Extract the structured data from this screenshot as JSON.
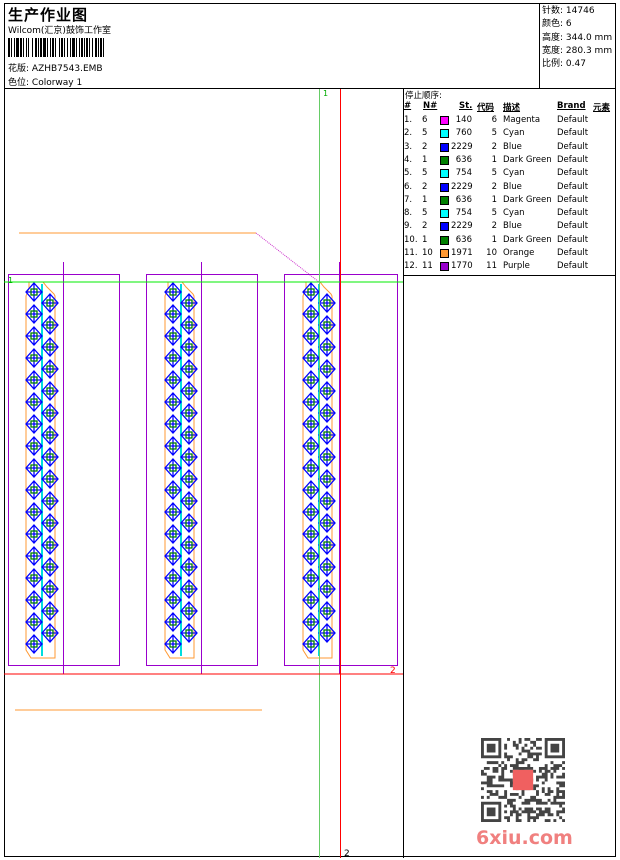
{
  "header": {
    "title": "生产作业图",
    "company": "Wilcom(汇京)鼓饰工作室",
    "design_label": "花版:",
    "design_value": "AZHB7543.EMB",
    "colorway_label": "色位:",
    "colorway_value": "Colorway 1"
  },
  "stats": {
    "stitches": {
      "label": "针数:",
      "value": "14746"
    },
    "colors": {
      "label": "颜色:",
      "value": "6"
    },
    "height": {
      "label": "高度:",
      "value": "344.0 mm"
    },
    "width": {
      "label": "宽度:",
      "value": "280.3 mm"
    },
    "scale": {
      "label": "比例:",
      "value": "0.47"
    }
  },
  "stop_sequence": {
    "caption": "停止顺序:",
    "headers": [
      "#",
      "N#",
      "St.",
      "代码",
      "描述",
      "Brand",
      "元素"
    ],
    "rows": [
      {
        "idx": "1.",
        "n": "6",
        "color": "#ff00ff",
        "st": "140",
        "code": "6",
        "desc": "Magenta",
        "brand": "Default"
      },
      {
        "idx": "2.",
        "n": "5",
        "color": "#00ffff",
        "st": "760",
        "code": "5",
        "desc": "Cyan",
        "brand": "Default"
      },
      {
        "idx": "3.",
        "n": "2",
        "color": "#0000ff",
        "st": "2229",
        "code": "2",
        "desc": "Blue",
        "brand": "Default"
      },
      {
        "idx": "4.",
        "n": "1",
        "color": "#008000",
        "st": "636",
        "code": "1",
        "desc": "Dark Green",
        "brand": "Default"
      },
      {
        "idx": "5.",
        "n": "5",
        "color": "#00ffff",
        "st": "754",
        "code": "5",
        "desc": "Cyan",
        "brand": "Default"
      },
      {
        "idx": "6.",
        "n": "2",
        "color": "#0000ff",
        "st": "2229",
        "code": "2",
        "desc": "Blue",
        "brand": "Default"
      },
      {
        "idx": "7.",
        "n": "1",
        "color": "#008000",
        "st": "636",
        "code": "1",
        "desc": "Dark Green",
        "brand": "Default"
      },
      {
        "idx": "8.",
        "n": "5",
        "color": "#00ffff",
        "st": "754",
        "code": "5",
        "desc": "Cyan",
        "brand": "Default"
      },
      {
        "idx": "9.",
        "n": "2",
        "color": "#0000ff",
        "st": "2229",
        "code": "2",
        "desc": "Blue",
        "brand": "Default"
      },
      {
        "idx": "10.",
        "n": "1",
        "color": "#008000",
        "st": "636",
        "code": "1",
        "desc": "Dark Green",
        "brand": "Default"
      },
      {
        "idx": "11.",
        "n": "10",
        "color": "#ff9933",
        "st": "1971",
        "code": "10",
        "desc": "Orange",
        "brand": "Default"
      },
      {
        "idx": "12.",
        "n": "11",
        "color": "#9900cc",
        "st": "1770",
        "code": "11",
        "desc": "Purple",
        "brand": "Default"
      }
    ]
  },
  "canvas": {
    "marker_start": "1",
    "marker_end": "2"
  },
  "watermark": {
    "site": "6xiu.com"
  }
}
